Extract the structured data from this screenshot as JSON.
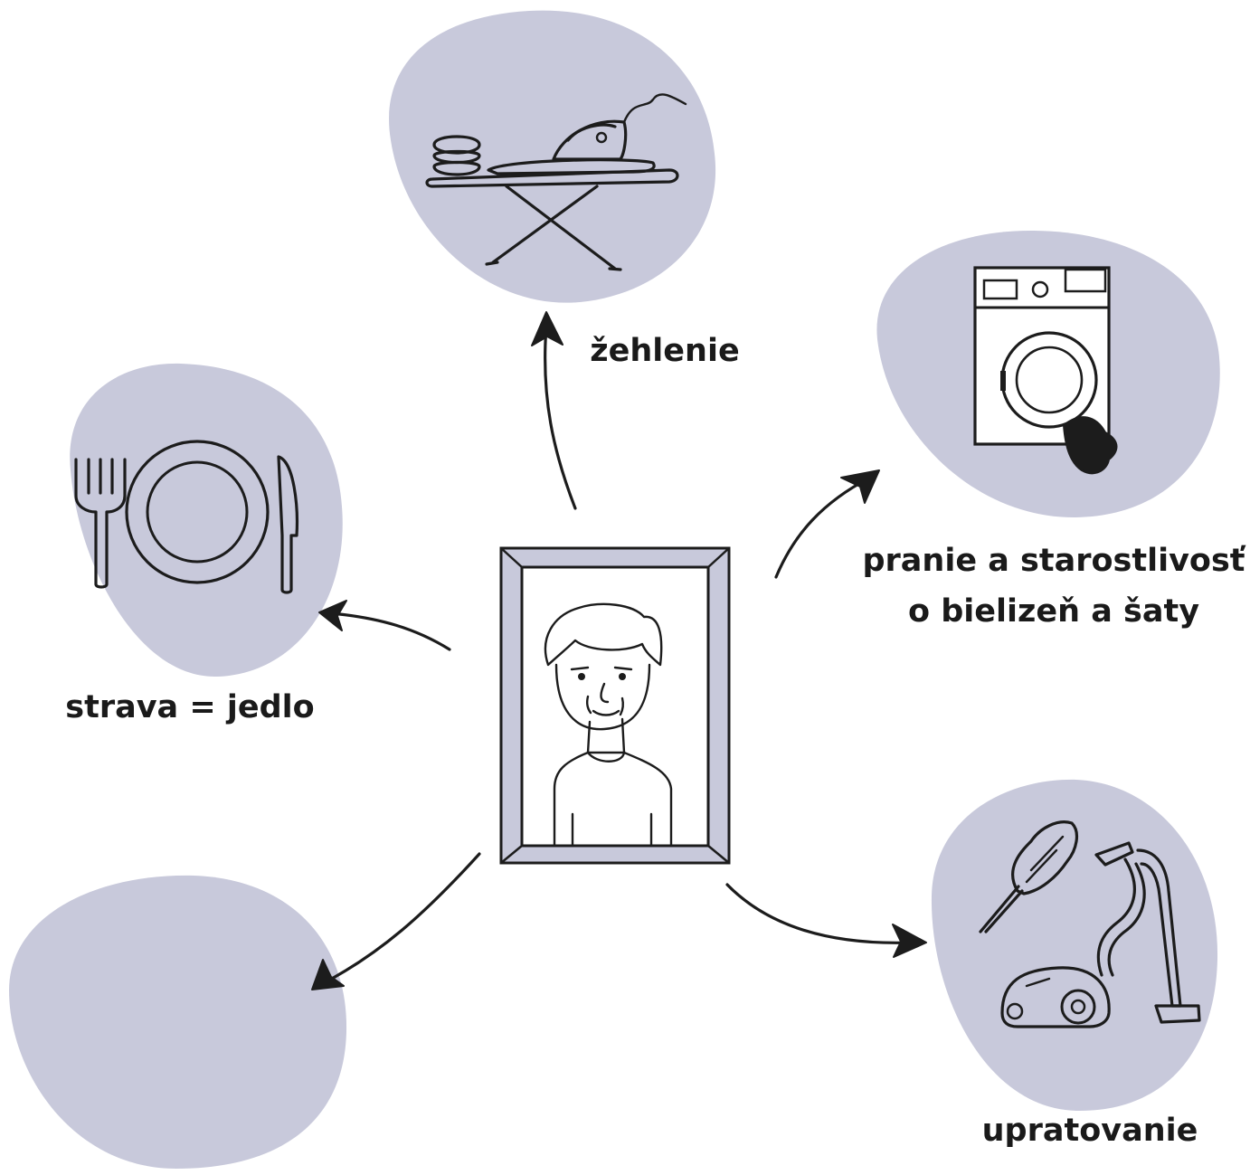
{
  "colors": {
    "blob": "#c8c9db",
    "frame": "#c8c9db",
    "ink": "#1c1c1c",
    "background": "#ffffff"
  },
  "center": {
    "icon": "portrait-of-elderly-man-icon"
  },
  "nodes": [
    {
      "id": "ironing",
      "icon": "ironing-board-icon",
      "label": "žehlenie"
    },
    {
      "id": "laundry",
      "icon": "washing-machine-icon",
      "label_lines": [
        "pranie a starostlivosť",
        "o bielizeň a šaty"
      ]
    },
    {
      "id": "food",
      "icon": "plate-fork-knife-icon",
      "label": "strava = jedlo"
    },
    {
      "id": "cleaning",
      "icon": "vacuum-duster-icon",
      "label": "upratovanie"
    },
    {
      "id": "empty",
      "icon": "",
      "label": ""
    }
  ]
}
